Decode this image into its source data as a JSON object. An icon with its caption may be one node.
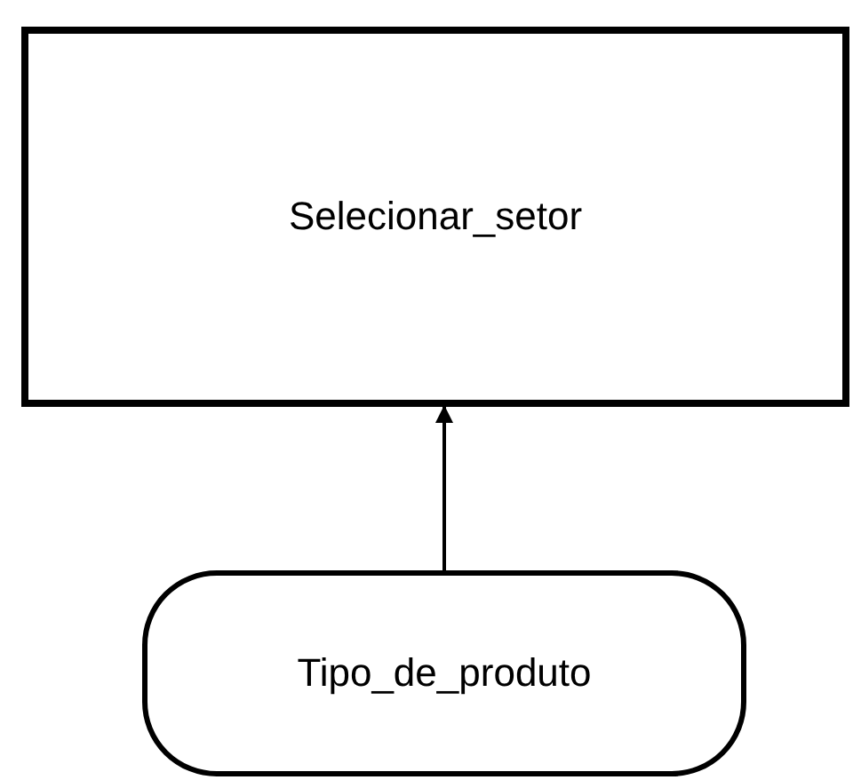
{
  "diagram": {
    "nodes": [
      {
        "text": [
          "Selecionar_setor"
        ]
      },
      {
        "text": [
          "Tipo_de_produto"
        ]
      }
    ],
    "edges": [
      {
        "from": 1,
        "to": 0,
        "arrow": "to"
      }
    ]
  }
}
